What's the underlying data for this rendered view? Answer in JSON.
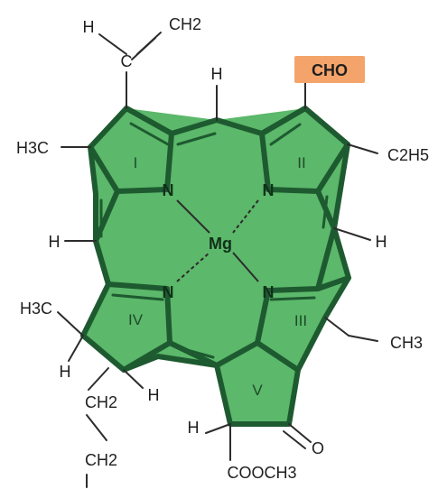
{
  "colors": {
    "fill": "#5cb86a",
    "stroke": "#1e5a30",
    "thin": "#2c2c2c",
    "highlight": "#f4a46a"
  },
  "labels": {
    "vinyl_h": "H",
    "vinyl_ch2": "CH2",
    "vinyl_c": "C",
    "top_h": "H",
    "cho": "CHO",
    "h3c_left": "H3C",
    "c2h5": "C2H5",
    "h_left": "H",
    "h_right": "H",
    "mg": "Mg",
    "h3c_lower": "H3C",
    "ch3_right": "CH3",
    "h_below_c": "H",
    "h_ring_iv": "H",
    "ch2_1": "CH2",
    "ch2_2": "CH2",
    "h_v": "H",
    "o": "O",
    "cooch3": "COOCH3"
  },
  "atoms": {
    "n1": "N",
    "n2": "N",
    "n3": "N",
    "n4": "N"
  },
  "rings": {
    "r1": "I",
    "r2": "II",
    "r3": "III",
    "r4": "IV",
    "r5": "V"
  }
}
